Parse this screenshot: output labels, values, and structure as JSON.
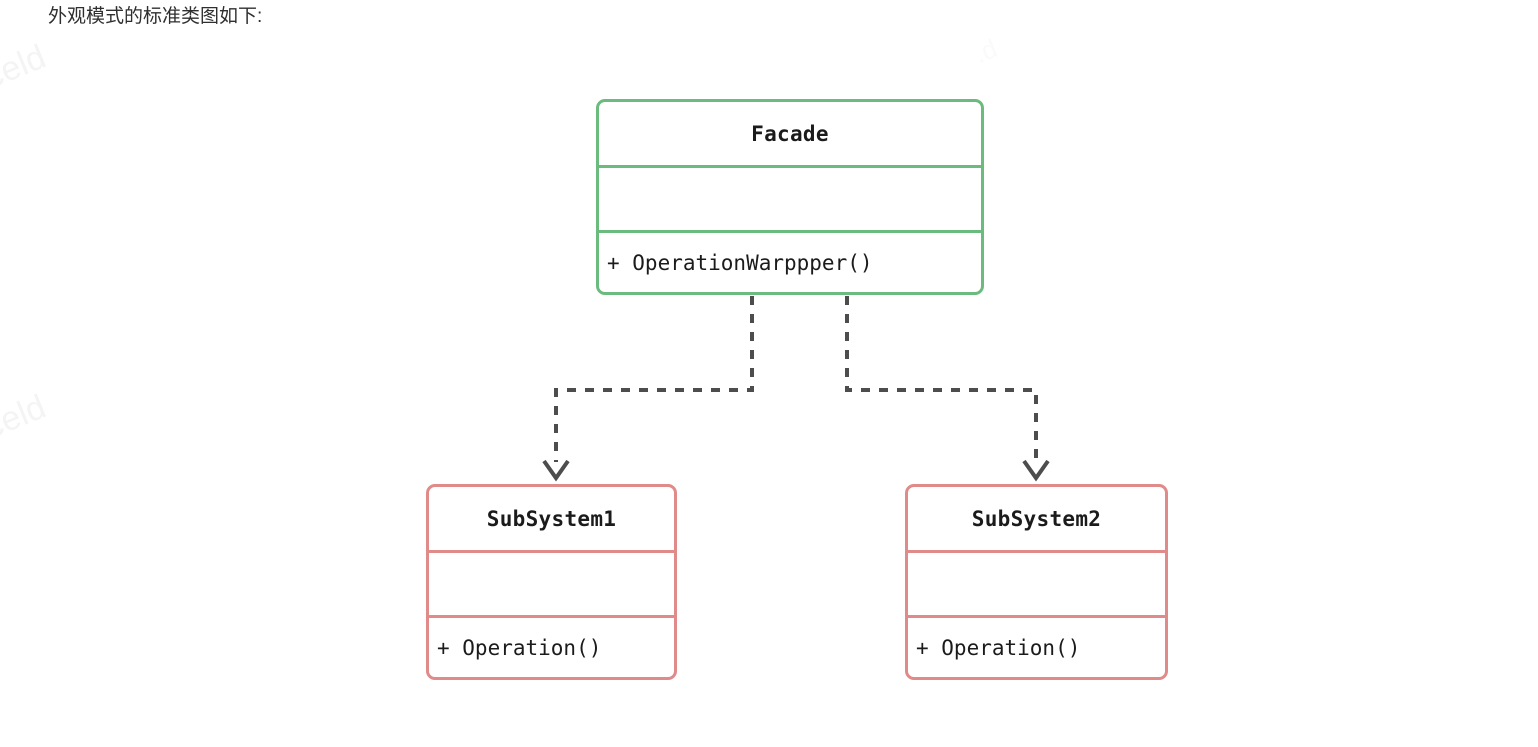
{
  "heading": {
    "text": "外观模式的标准类图如下:"
  },
  "watermarks": [
    {
      "name": "watermark-top-left",
      "text": "celd"
    },
    {
      "name": "watermark-mid-left",
      "text": "celd"
    },
    {
      "name": "watermark-top-center",
      "text": ".d"
    }
  ],
  "colors": {
    "facade_border": "#6cbb7e",
    "subsystem_border": "#e08a8a",
    "connector": "#4d4d4d",
    "text": "#1b1b1b",
    "heading_text": "#2f2f2f",
    "background": "#ffffff"
  },
  "diagram": {
    "type": "uml-class-diagram",
    "pattern": "Facade",
    "classes": [
      {
        "id": "facade",
        "name": "Facade",
        "attributes": [],
        "operations": [
          "+ OperationWarppper()"
        ],
        "border_color": "#6cbb7e"
      },
      {
        "id": "subsystem1",
        "name": "SubSystem1",
        "attributes": [],
        "operations": [
          "+ Operation()"
        ],
        "border_color": "#e08a8a"
      },
      {
        "id": "subsystem2",
        "name": "SubSystem2",
        "attributes": [],
        "operations": [
          "+ Operation()"
        ],
        "border_color": "#e08a8a"
      }
    ],
    "relationships": [
      {
        "from": "facade",
        "to": "subsystem1",
        "type": "dependency",
        "line_style": "dashed",
        "arrowhead": "open"
      },
      {
        "from": "facade",
        "to": "subsystem2",
        "type": "dependency",
        "line_style": "dashed",
        "arrowhead": "open"
      }
    ]
  }
}
